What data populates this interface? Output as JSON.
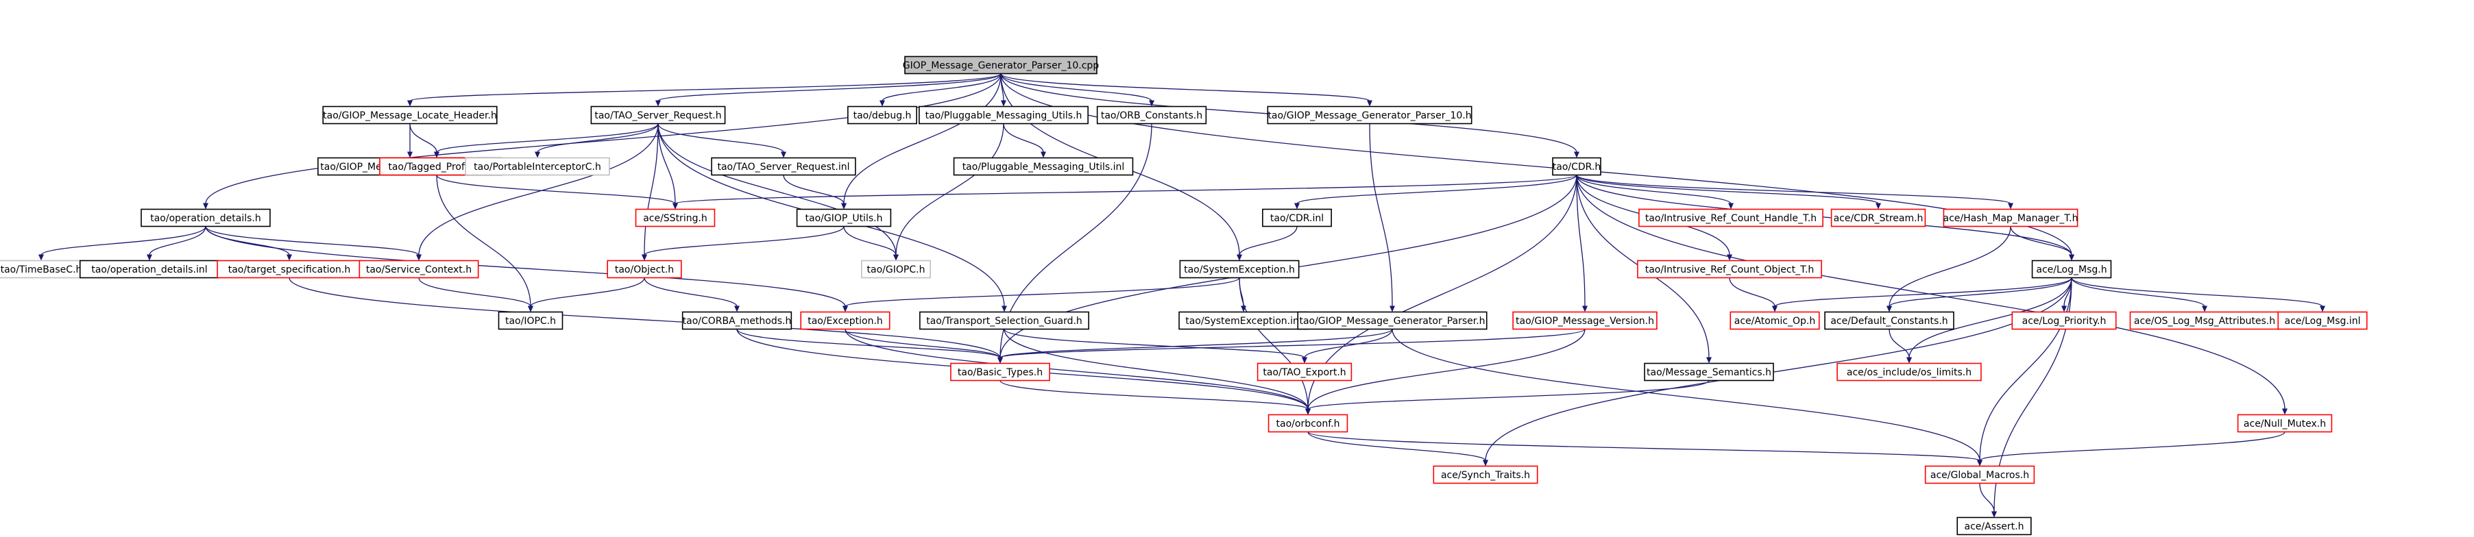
{
  "colors": {
    "edge": "#191970",
    "border_default": "#000000",
    "border_external": "#ff0000",
    "border_missing": "#bfbfbf",
    "root_fill": "#bfbfbf",
    "fill": "#ffffff",
    "text": "#000000"
  },
  "nodes": [
    {
      "id": "root",
      "label": "GIOP_Message_Generator_Parser_10.cpp",
      "style": "root"
    },
    {
      "id": "locate_hdr",
      "label": "tao/GIOP_Message_Locate_Header.h",
      "style": "default"
    },
    {
      "id": "server_req",
      "label": "tao/TAO_Server_Request.h",
      "style": "default"
    },
    {
      "id": "debug",
      "label": "tao/debug.h",
      "style": "default"
    },
    {
      "id": "pluggable",
      "label": "tao/Pluggable_Messaging_Utils.h",
      "style": "default"
    },
    {
      "id": "orb_constants",
      "label": "tao/ORB_Constants.h",
      "style": "default"
    },
    {
      "id": "gen_parser_10",
      "label": "tao/GIOP_Message_Generator_Parser_10.h",
      "style": "default"
    },
    {
      "id": "cdr_h",
      "label": "tao/CDR.h",
      "style": "default"
    },
    {
      "id": "locate_hdr_inl",
      "label": "tao/GIOP_Message_Locate_Header.inl",
      "style": "default"
    },
    {
      "id": "tagged_profile",
      "label": "tao/Tagged_Profile.h",
      "style": "external"
    },
    {
      "id": "portable_ic",
      "label": "tao/PortableInterceptorC.h",
      "style": "missing"
    },
    {
      "id": "server_req_inl",
      "label": "tao/TAO_Server_Request.inl",
      "style": "default"
    },
    {
      "id": "pluggable_inl",
      "label": "tao/Pluggable_Messaging_Utils.inl",
      "style": "default"
    },
    {
      "id": "op_details",
      "label": "tao/operation_details.h",
      "style": "default"
    },
    {
      "id": "sstring",
      "label": "ace/SString.h",
      "style": "external"
    },
    {
      "id": "giop_utils",
      "label": "tao/GIOP_Utils.h",
      "style": "default"
    },
    {
      "id": "cdr_inl",
      "label": "tao/CDR.inl",
      "style": "default"
    },
    {
      "id": "intr_handle",
      "label": "tao/Intrusive_Ref_Count_Handle_T.h",
      "style": "external"
    },
    {
      "id": "cdr_stream",
      "label": "ace/CDR_Stream.h",
      "style": "external"
    },
    {
      "id": "hash_map",
      "label": "ace/Hash_Map_Manager_T.h",
      "style": "external"
    },
    {
      "id": "timebase",
      "label": "tao/TimeBaseC.h",
      "style": "missing"
    },
    {
      "id": "op_details_inl",
      "label": "tao/operation_details.inl",
      "style": "default"
    },
    {
      "id": "target_spec",
      "label": "tao/target_specification.h",
      "style": "external"
    },
    {
      "id": "service_ctx",
      "label": "tao/Service_Context.h",
      "style": "external"
    },
    {
      "id": "object_h",
      "label": "tao/Object.h",
      "style": "external"
    },
    {
      "id": "giopc",
      "label": "tao/GIOPC.h",
      "style": "missing"
    },
    {
      "id": "sys_exc",
      "label": "tao/SystemException.h",
      "style": "default"
    },
    {
      "id": "intr_obj",
      "label": "tao/Intrusive_Ref_Count_Object_T.h",
      "style": "external"
    },
    {
      "id": "log_msg",
      "label": "ace/Log_Msg.h",
      "style": "default"
    },
    {
      "id": "iopc",
      "label": "tao/IOPC.h",
      "style": "default"
    },
    {
      "id": "corba_methods",
      "label": "tao/CORBA_methods.h",
      "style": "default"
    },
    {
      "id": "exception_h",
      "label": "tao/Exception.h",
      "style": "external"
    },
    {
      "id": "transport_guard",
      "label": "tao/Transport_Selection_Guard.h",
      "style": "default"
    },
    {
      "id": "sys_exc_inl",
      "label": "tao/SystemException.inl",
      "style": "default"
    },
    {
      "id": "gen_parser",
      "label": "tao/GIOP_Message_Generator_Parser.h",
      "style": "default"
    },
    {
      "id": "msg_version",
      "label": "tao/GIOP_Message_Version.h",
      "style": "external"
    },
    {
      "id": "atomic_op",
      "label": "ace/Atomic_Op.h",
      "style": "external"
    },
    {
      "id": "default_consts",
      "label": "ace/Default_Constants.h",
      "style": "default"
    },
    {
      "id": "log_priority",
      "label": "ace/Log_Priority.h",
      "style": "external"
    },
    {
      "id": "os_log_attr",
      "label": "ace/OS_Log_Msg_Attributes.h",
      "style": "external"
    },
    {
      "id": "log_msg_inl",
      "label": "ace/Log_Msg.inl",
      "style": "external"
    },
    {
      "id": "basic_types",
      "label": "tao/Basic_Types.h",
      "style": "external"
    },
    {
      "id": "tao_export",
      "label": "tao/TAO_Export.h",
      "style": "external"
    },
    {
      "id": "msg_semantics",
      "label": "tao/Message_Semantics.h",
      "style": "default"
    },
    {
      "id": "os_limits",
      "label": "ace/os_include/os_limits.h",
      "style": "external"
    },
    {
      "id": "orbconf",
      "label": "tao/orbconf.h",
      "style": "external"
    },
    {
      "id": "null_mutex",
      "label": "ace/Null_Mutex.h",
      "style": "external"
    },
    {
      "id": "synch_traits",
      "label": "ace/Synch_Traits.h",
      "style": "external"
    },
    {
      "id": "global_macros",
      "label": "ace/Global_Macros.h",
      "style": "external"
    },
    {
      "id": "assert_h",
      "label": "ace/Assert.h",
      "style": "default"
    }
  ],
  "edges": [
    [
      "root",
      "locate_hdr"
    ],
    [
      "root",
      "server_req"
    ],
    [
      "root",
      "debug"
    ],
    [
      "root",
      "pluggable"
    ],
    [
      "root",
      "orb_constants"
    ],
    [
      "root",
      "gen_parser_10"
    ],
    [
      "root",
      "cdr_h"
    ],
    [
      "root",
      "op_details"
    ],
    [
      "root",
      "giop_utils"
    ],
    [
      "root",
      "sys_exc"
    ],
    [
      "root",
      "log_msg"
    ],
    [
      "locate_hdr",
      "locate_hdr_inl"
    ],
    [
      "locate_hdr",
      "tagged_profile"
    ],
    [
      "server_req",
      "tagged_profile"
    ],
    [
      "server_req",
      "portable_ic"
    ],
    [
      "server_req",
      "server_req_inl"
    ],
    [
      "server_req",
      "sstring"
    ],
    [
      "server_req",
      "object_h"
    ],
    [
      "server_req",
      "service_ctx"
    ],
    [
      "server_req",
      "giopc"
    ],
    [
      "server_req",
      "transport_guard"
    ],
    [
      "pluggable",
      "pluggable_inl"
    ],
    [
      "pluggable",
      "giopc"
    ],
    [
      "orb_constants",
      "basic_types"
    ],
    [
      "gen_parser_10",
      "gen_parser"
    ],
    [
      "cdr_h",
      "sstring"
    ],
    [
      "cdr_h",
      "cdr_inl"
    ],
    [
      "cdr_h",
      "intr_handle"
    ],
    [
      "cdr_h",
      "cdr_stream"
    ],
    [
      "cdr_h",
      "hash_map"
    ],
    [
      "cdr_h",
      "intr_obj"
    ],
    [
      "cdr_h",
      "msg_version"
    ],
    [
      "cdr_h",
      "msg_semantics"
    ],
    [
      "cdr_h",
      "basic_types"
    ],
    [
      "cdr_h",
      "orbconf"
    ],
    [
      "cdr_h",
      "log_msg"
    ],
    [
      "cdr_h",
      "null_mutex"
    ],
    [
      "tagged_profile",
      "sstring"
    ],
    [
      "tagged_profile",
      "iopc"
    ],
    [
      "server_req_inl",
      "giop_utils"
    ],
    [
      "op_details",
      "timebase"
    ],
    [
      "op_details",
      "op_details_inl"
    ],
    [
      "op_details",
      "target_spec"
    ],
    [
      "op_details",
      "service_ctx"
    ],
    [
      "op_details",
      "exception_h"
    ],
    [
      "giop_utils",
      "object_h"
    ],
    [
      "giop_utils",
      "giopc"
    ],
    [
      "cdr_inl",
      "sys_exc"
    ],
    [
      "hash_map",
      "log_msg"
    ],
    [
      "hash_map",
      "default_consts"
    ],
    [
      "target_spec",
      "basic_types"
    ],
    [
      "service_ctx",
      "iopc"
    ],
    [
      "object_h",
      "iopc"
    ],
    [
      "object_h",
      "corba_methods"
    ],
    [
      "sys_exc",
      "exception_h"
    ],
    [
      "sys_exc",
      "sys_exc_inl"
    ],
    [
      "sys_exc",
      "orbconf"
    ],
    [
      "intr_obj",
      "atomic_op"
    ],
    [
      "log_msg",
      "atomic_op"
    ],
    [
      "log_msg",
      "default_consts"
    ],
    [
      "log_msg",
      "log_priority"
    ],
    [
      "log_msg",
      "os_log_attr"
    ],
    [
      "log_msg",
      "log_msg_inl"
    ],
    [
      "log_msg",
      "os_limits"
    ],
    [
      "log_msg",
      "synch_traits"
    ],
    [
      "log_msg",
      "global_macros"
    ],
    [
      "log_msg",
      "assert_h"
    ],
    [
      "corba_methods",
      "basic_types"
    ],
    [
      "corba_methods",
      "orbconf"
    ],
    [
      "exception_h",
      "basic_types"
    ],
    [
      "exception_h",
      "orbconf"
    ],
    [
      "transport_guard",
      "tao_export"
    ],
    [
      "transport_guard",
      "orbconf"
    ],
    [
      "gen_parser",
      "basic_types"
    ],
    [
      "gen_parser",
      "tao_export"
    ],
    [
      "gen_parser",
      "global_macros"
    ],
    [
      "msg_version",
      "basic_types"
    ],
    [
      "msg_version",
      "orbconf"
    ],
    [
      "default_consts",
      "os_limits"
    ],
    [
      "basic_types",
      "orbconf"
    ],
    [
      "msg_semantics",
      "orbconf"
    ],
    [
      "orbconf",
      "synch_traits"
    ],
    [
      "orbconf",
      "global_macros"
    ],
    [
      "null_mutex",
      "global_macros"
    ],
    [
      "global_macros",
      "assert_h"
    ]
  ]
}
